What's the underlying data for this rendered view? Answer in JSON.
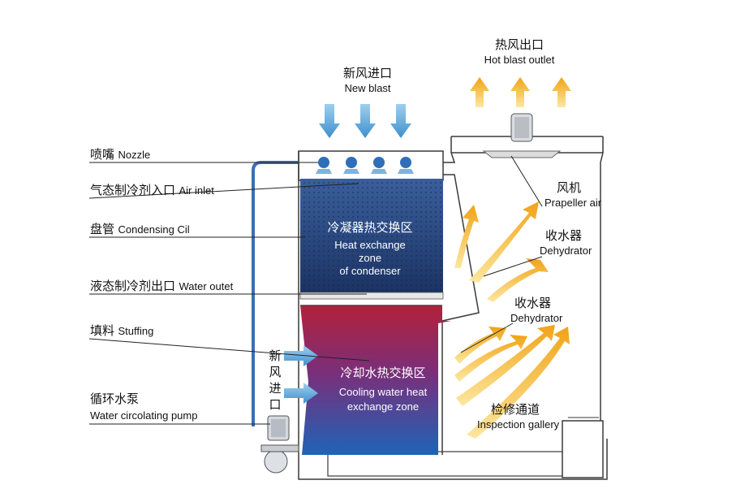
{
  "labels": {
    "new_blast_cn": "新风进口",
    "new_blast_en": "New blast",
    "hot_blast_cn": "热风出口",
    "hot_blast_en": "Hot blast outlet",
    "nozzle_cn": "喷嘴",
    "nozzle_en": "Nozzle",
    "air_inlet_cn": "气态制冷剂入口",
    "air_inlet_en": "Air inlet",
    "condensing_coil_cn": "盘管",
    "condensing_coil_en": "Condensing Cil",
    "water_outlet_cn": "液态制冷剂出口",
    "water_outlet_en": "Water outet",
    "stuffing_cn": "填料",
    "stuffing_en": "Stuffing",
    "pump_cn": "循环水泵",
    "pump_en": "Water circolating pump",
    "fan_cn": "风机",
    "fan_en": "Prapeller air",
    "dehydrator1_cn": "收水器",
    "dehydrator1_en": "Dehydrator",
    "dehydrator2_cn": "收水器",
    "dehydrator2_en": "Dehydrator",
    "inspection_cn": "检修通道",
    "inspection_en": "Inspection gallery",
    "side_inlet_chars": [
      "新",
      "风",
      "进",
      "口"
    ],
    "condenser_zone_cn": "冷凝器热交换区",
    "condenser_zone_en_1": "Heat exchange",
    "condenser_zone_en_2": "zone",
    "condenser_zone_en_3": "of condenser",
    "cooling_zone_cn": "冷却水热交换区",
    "cooling_zone_en_1": "Cooling water heat",
    "cooling_zone_en_2": "exchange zone"
  },
  "colors": {
    "outline": "#3a3a3a",
    "coil_top": "#2f4f8a",
    "coil_bottom": "#1d3566",
    "fill_red": "#b0243a",
    "fill_blue": "#1f5fb0",
    "arrow_yellow": "#f0a81a",
    "arrow_blue": "#5aa8d8",
    "pipe": "#3b6fb5"
  }
}
